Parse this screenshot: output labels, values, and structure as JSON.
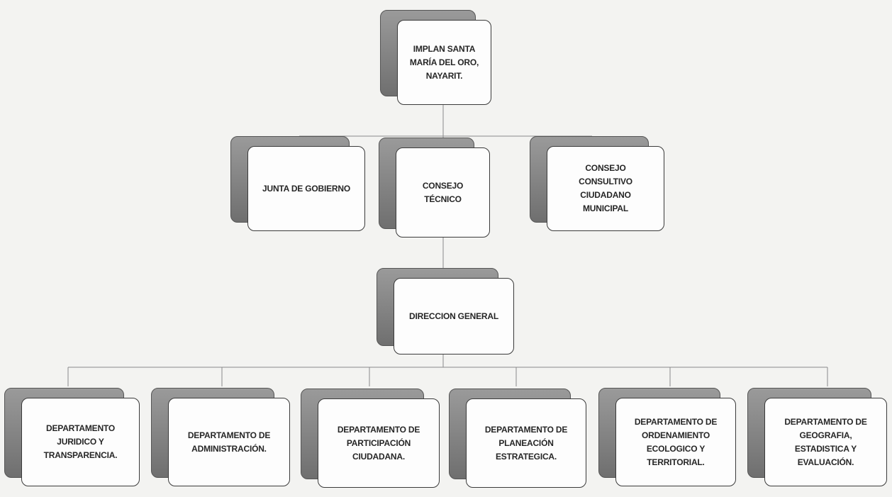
{
  "org_chart": {
    "root": {
      "label": "IMPLAN SANTA\nMARÍA DEL ORO,\nNAYARIT."
    },
    "level2": [
      {
        "label": "JUNTA DE GOBIERNO"
      },
      {
        "label": "CONSEJO TÉCNICO"
      },
      {
        "label": "CONSEJO\nCONSULTIVO\nCIUDADANO\nMUNICIPAL"
      }
    ],
    "direccion": {
      "label": "DIRECCION GENERAL"
    },
    "departments": [
      {
        "label": "DEPARTAMENTO\nJURIDICO Y\nTRANSPARENCIA."
      },
      {
        "label": "DEPARTAMENTO DE\nADMINISTRACIÓN."
      },
      {
        "label": "DEPARTAMENTO DE\nPARTICIPACIÓN\nCIUDADANA."
      },
      {
        "label": "DEPARTAMENTO DE\nPLANEACIÓN\nESTRATEGICA."
      },
      {
        "label": "DEPARTAMENTO DE\nORDENAMIENTO\nECOLOGICO Y\nTERRITORIAL."
      },
      {
        "label": "DEPARTAMENTO DE\nGEOGRAFIA,\nESTADISTICA Y\nEVALUACIÓN."
      }
    ]
  },
  "colors": {
    "background": "#f3f3f1",
    "box_fill": "#fdfdfd",
    "shadow": "#7a7a7a",
    "connector": "#8a8a8a",
    "text": "#262626"
  }
}
